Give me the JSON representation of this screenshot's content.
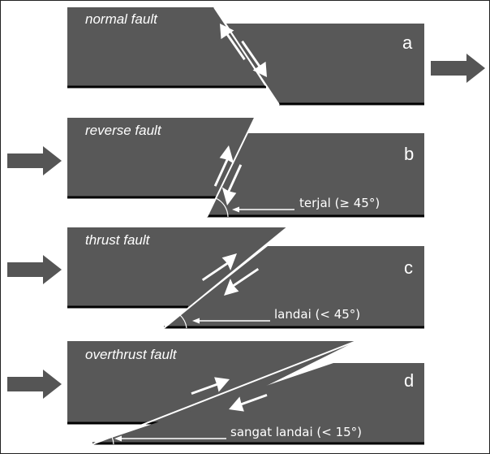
{
  "panels": [
    {
      "id": "a",
      "label": "normal fault",
      "letter": "a",
      "dip_text": ""
    },
    {
      "id": "b",
      "label": "reverse fault",
      "letter": "b",
      "dip_text": "terjal (≥ 45°)"
    },
    {
      "id": "c",
      "label": "thrust fault",
      "letter": "c",
      "dip_text": "landai (< 45°)"
    },
    {
      "id": "d",
      "label": "overthrust fault",
      "letter": "d",
      "dip_text": "sangat landai (< 15°)"
    }
  ],
  "colors": {
    "block": "#585858",
    "edge": "#000000",
    "arrow": "#555555",
    "line": "#ffffff"
  }
}
